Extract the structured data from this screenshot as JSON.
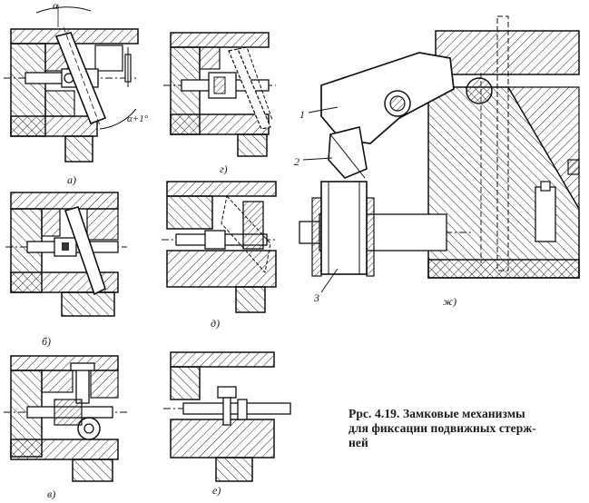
{
  "caption": {
    "line1": "Ррс. 4.19. Замковые механизмы",
    "line2": "для фиксации подвижных стерж-",
    "line3": "ней"
  },
  "subfigure_labels": {
    "a": "а)",
    "b": "б)",
    "v": "в)",
    "g": "г)",
    "d": "д)",
    "e": "е)",
    "zh": "ж)"
  },
  "callouts": {
    "c1": "1",
    "c2": "2",
    "c3": "3"
  },
  "angles": {
    "alpha": "α",
    "alpha_plus": "α+1°"
  }
}
